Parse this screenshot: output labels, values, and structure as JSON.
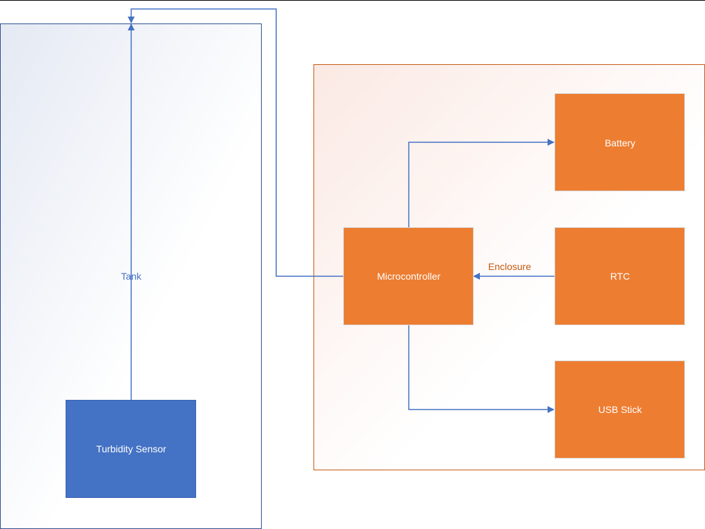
{
  "containers": {
    "tank": {
      "label": "Tank",
      "color": "#4472C4"
    },
    "enclosure": {
      "label": "Enclosure",
      "color": "#C55A11"
    }
  },
  "blocks": {
    "turbidity_sensor": {
      "label": "Turbidity Sensor",
      "color": "#4472C4"
    },
    "microcontroller": {
      "label": "Microcontroller",
      "color": "#ED7D31"
    },
    "battery": {
      "label": "Battery",
      "color": "#ED7D31"
    },
    "rtc": {
      "label": "RTC",
      "color": "#ED7D31"
    },
    "usb_stick": {
      "label": "USB Stick",
      "color": "#ED7D31"
    }
  },
  "connector_color": "#4472C4"
}
